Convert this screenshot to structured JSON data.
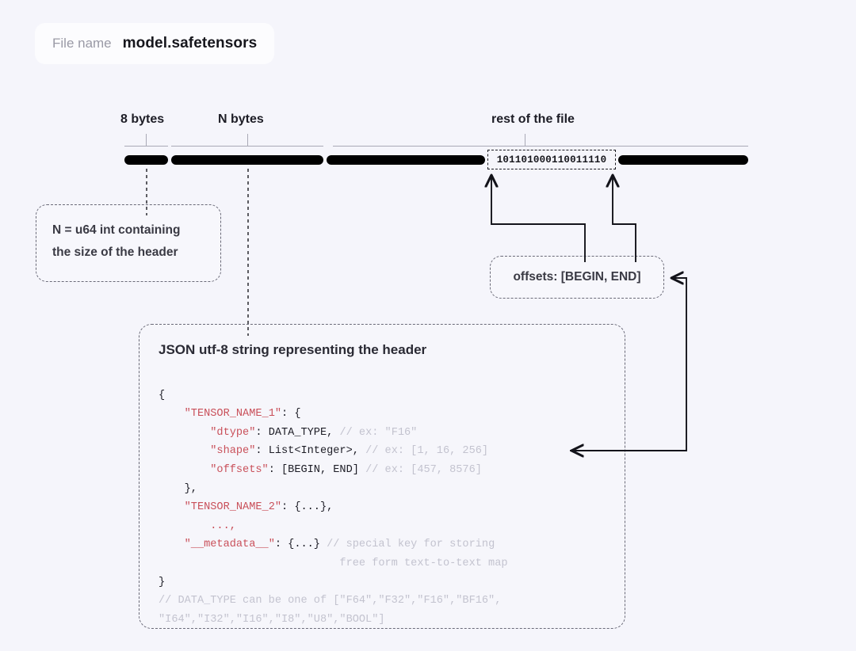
{
  "file_chip": {
    "label": "File name",
    "value": "model.safetensors"
  },
  "ruler": {
    "labels": [
      {
        "text": "8 bytes"
      },
      {
        "text": "N bytes"
      },
      {
        "text": "rest of the file"
      }
    ],
    "binary_sample": "101101000110011110"
  },
  "callouts": {
    "n_box": {
      "line1": "N = u64 int containing",
      "line2": "the size of the header"
    },
    "offsets_box": {
      "text": "offsets: [BEGIN, END]"
    }
  },
  "json_box": {
    "title": "JSON utf-8 string representing the header",
    "lines": {
      "open_brace": "{",
      "tensor1_key": "\"TENSOR_NAME_1\"",
      "tensor1_rest": ": {",
      "dtype_key": "\"dtype\"",
      "dtype_val": ": DATA_TYPE,",
      "dtype_comment": " // ex: \"F16\"",
      "shape_key": "\"shape\"",
      "shape_val": ": List<Integer>,",
      "shape_comment": " // ex: [1, 16, 256]",
      "offsets_key": "\"offsets\"",
      "offsets_val": ": [BEGIN, END]",
      "offsets_comment": " // ex: [457, 8576]",
      "close_tensor1": "},",
      "tensor2_key": "\"TENSOR_NAME_2\"",
      "tensor2_rest": ": {...},",
      "ellipsis": "...,",
      "metadata_key": "\"__metadata__\"",
      "metadata_rest": ": {...}",
      "metadata_comment": " // special key for storing",
      "metadata_comment2": "free form text-to-text map",
      "close_brace": "}",
      "datatype_comment1": "// DATA_TYPE can be one of [\"F64\",\"F32\",\"F16\",\"BF16\",",
      "datatype_comment2": "\"I64\",\"I32\",\"I16\",\"I8\",\"U8\",\"BOOL\"]"
    }
  },
  "colors": {
    "background": "#f5f5fb",
    "key_red": "#c9505a",
    "comment_grey": "#c3c3cf",
    "bar_black": "#000000",
    "dash_grey": "#6a6a78"
  }
}
